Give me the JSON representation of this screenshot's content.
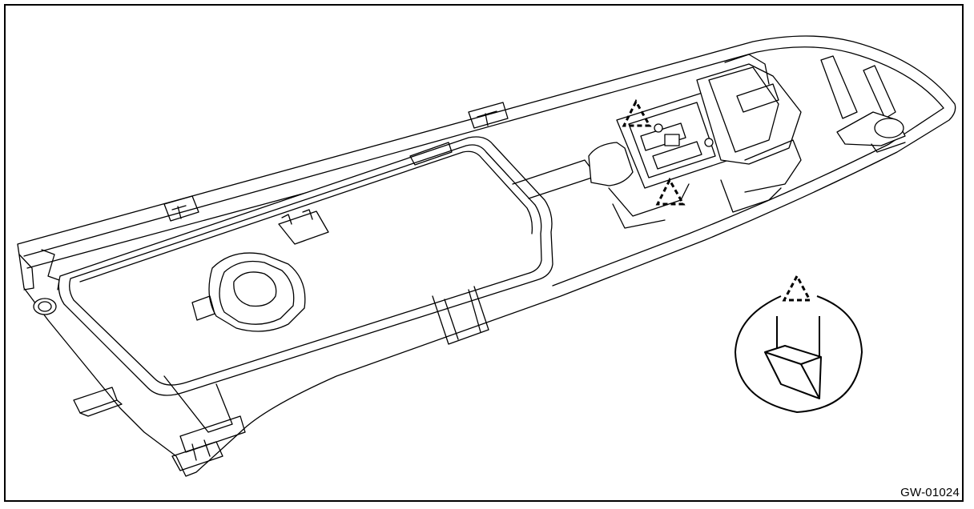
{
  "figure": {
    "id_label": "GW-01024"
  },
  "callouts": [
    {
      "name": "clip-marker-top",
      "icon": "dashed-triangle-icon"
    },
    {
      "name": "clip-marker-bottom",
      "icon": "dashed-triangle-icon"
    },
    {
      "name": "detail-marker",
      "icon": "dashed-triangle-icon"
    }
  ],
  "detail_view": {
    "icon": "clip-wedge-icon"
  }
}
